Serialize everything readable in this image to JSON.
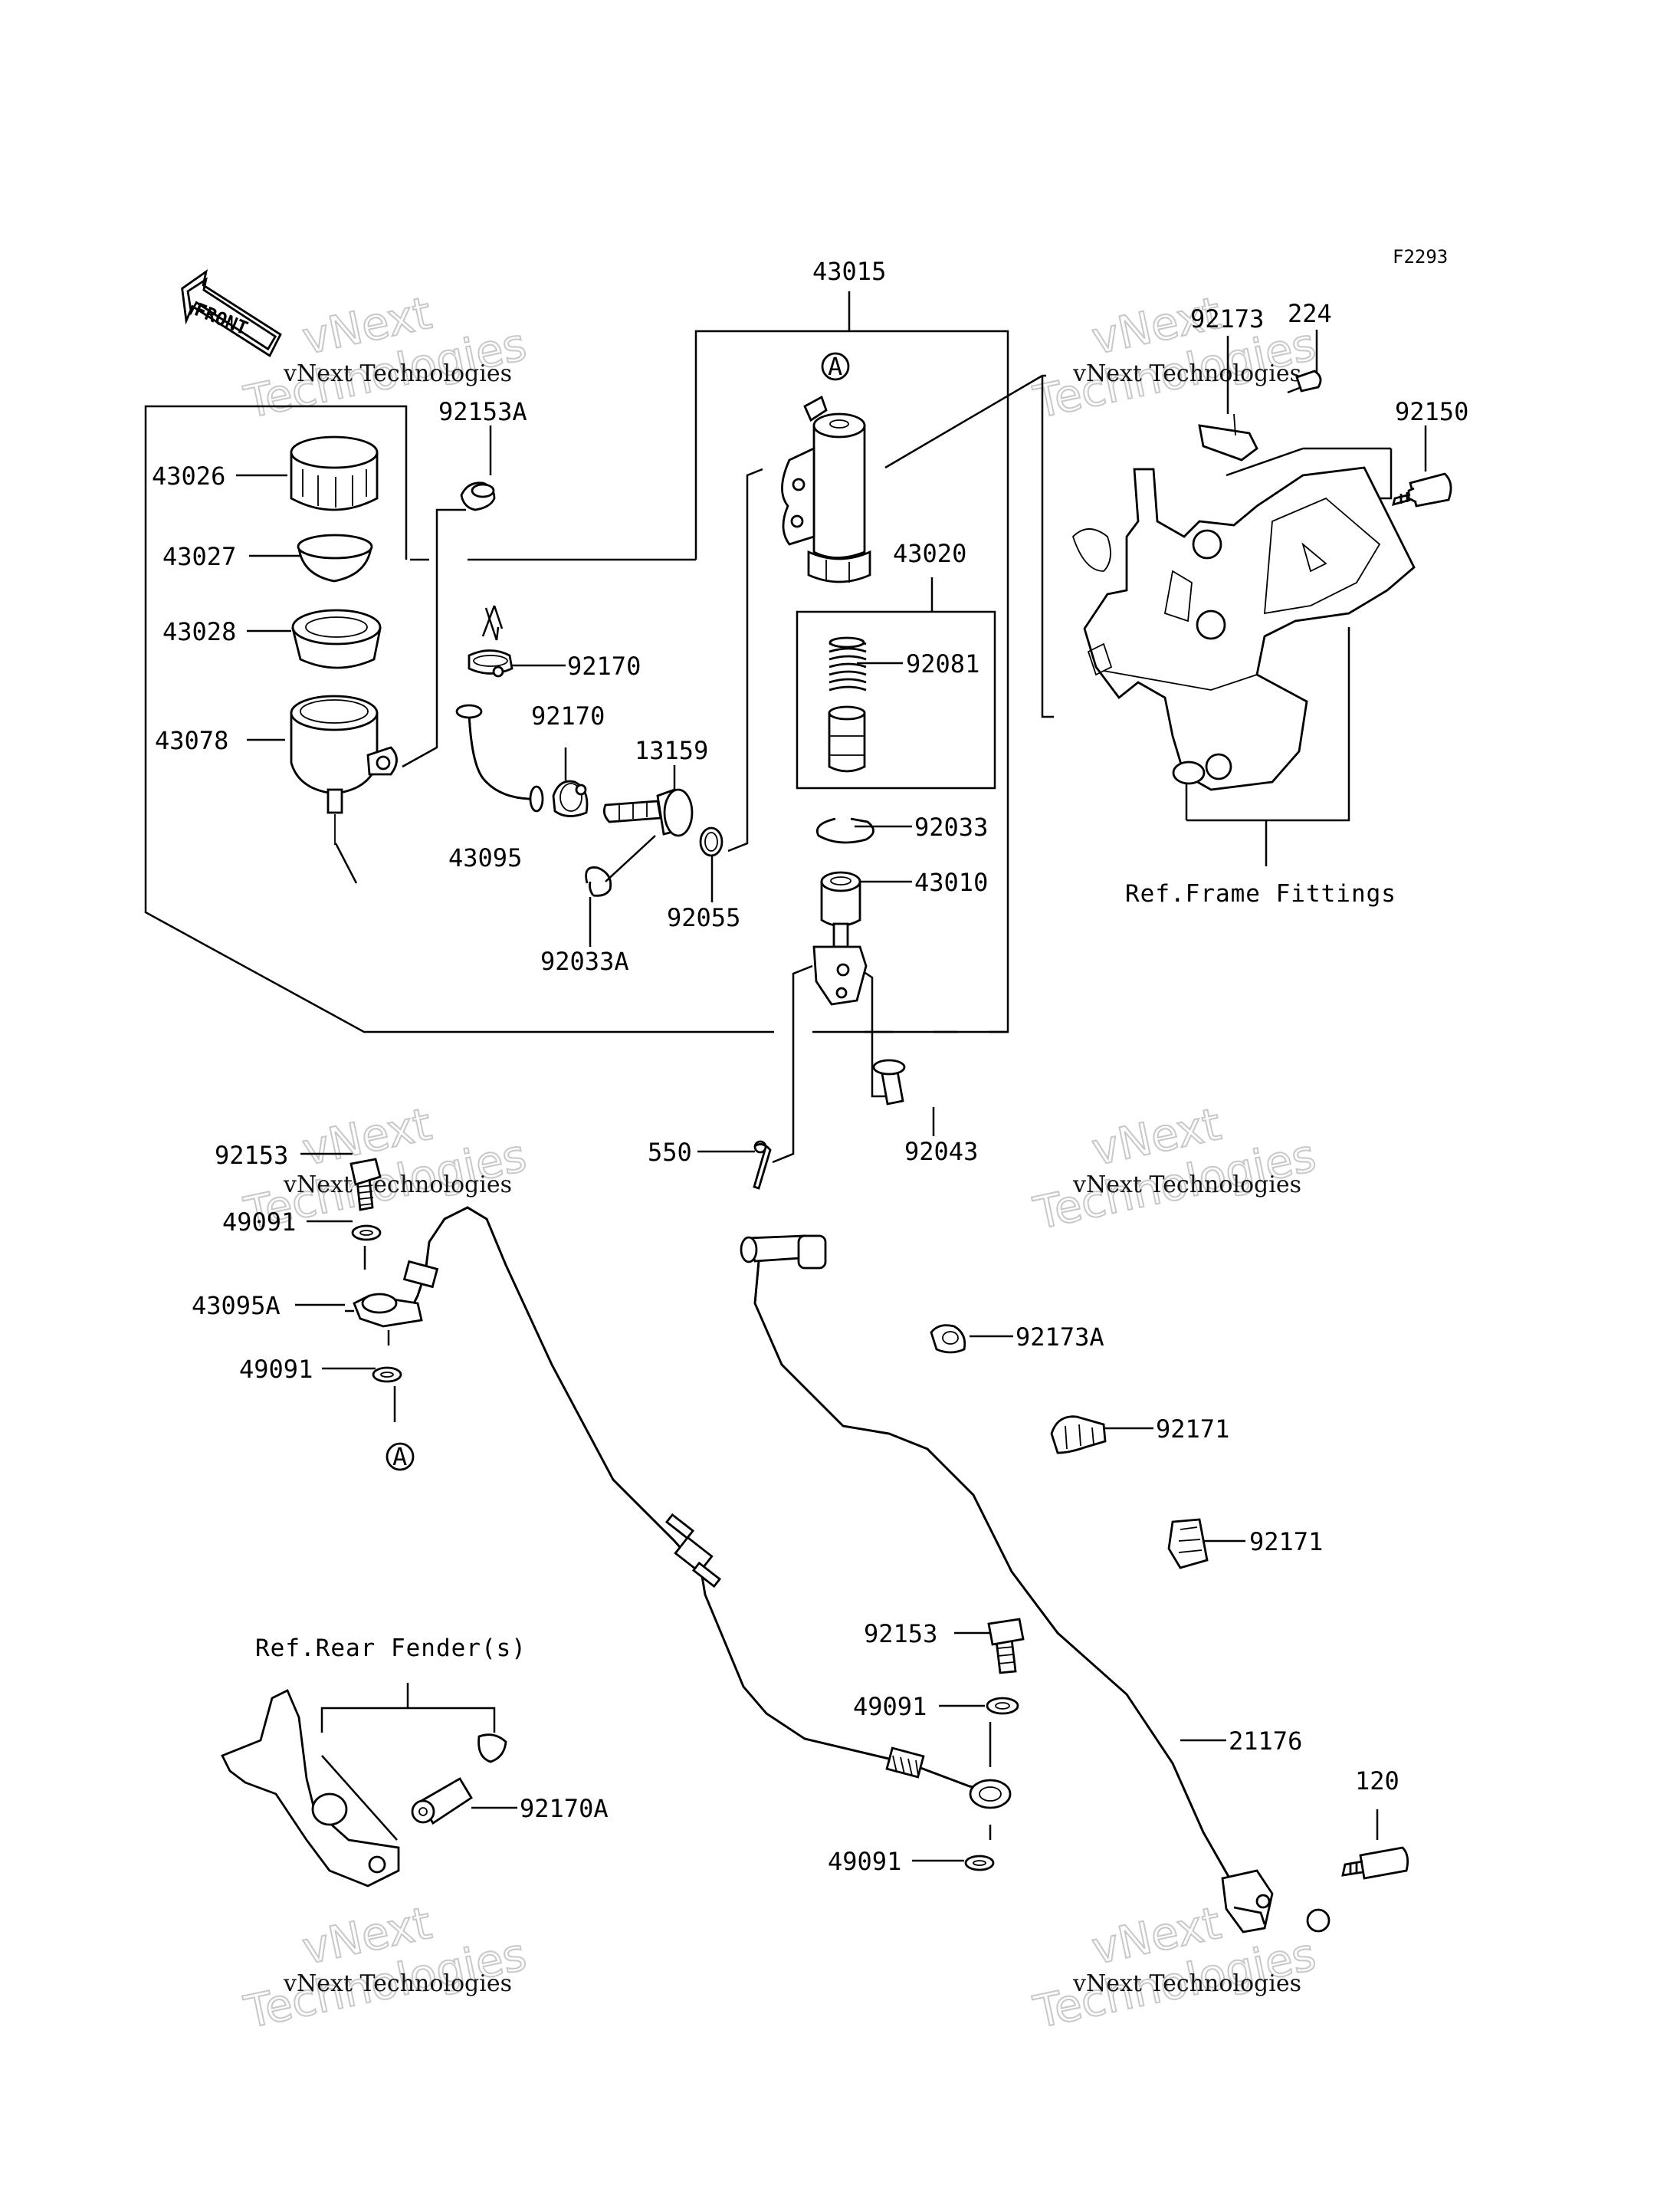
{
  "figure_code": "F2293",
  "front_label": "FRONT",
  "ref_labels": {
    "frame_fittings": "Ref.Frame Fittings",
    "rear_fender": "Ref.Rear Fender(s)"
  },
  "connector_marker": "A",
  "watermark": {
    "small": "vNext Technologies",
    "big_top": "vNext",
    "big_bottom": "Technologies"
  },
  "part_labels": [
    "43015",
    "92173",
    "224",
    "92150",
    "92153A",
    "43026",
    "43027",
    "43028",
    "43078",
    "43020",
    "92081",
    "92170",
    "92170",
    "13159",
    "43095",
    "92033",
    "43010",
    "92055",
    "92033A",
    "550",
    "92043",
    "92153",
    "49091",
    "43095A",
    "49091",
    "92173A",
    "92171",
    "92171",
    "92153",
    "49091",
    "21176",
    "120",
    "49091",
    "92170A"
  ]
}
